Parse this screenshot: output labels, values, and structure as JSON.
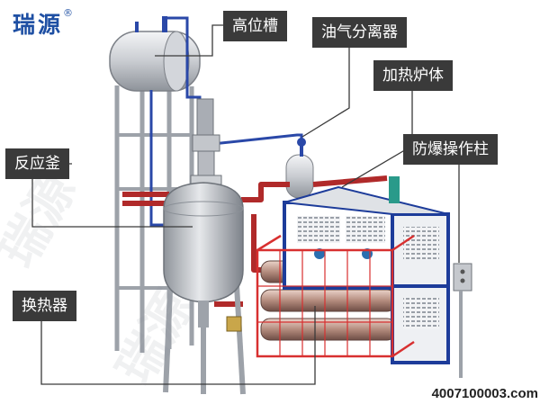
{
  "brand": {
    "name": "瑞源",
    "trademark": "®"
  },
  "labels": {
    "high_tank": "高位槽",
    "separator": "油气分离器",
    "furnace": "加热炉体",
    "reactor": "反应釜",
    "control_column": "防爆操作柱",
    "heat_exchanger": "换热器"
  },
  "contact": {
    "phone": "4007100003.com"
  },
  "watermark": "瑞源",
  "colors": {
    "label_bg": "#3a3a3a",
    "label_text": "#ffffff",
    "brand": "#1e4fa3",
    "hot_pipe": "#b02a2a",
    "blue_pipe": "#2a48a8",
    "steel": "#b8bcc2",
    "frame_red": "#d83030"
  }
}
